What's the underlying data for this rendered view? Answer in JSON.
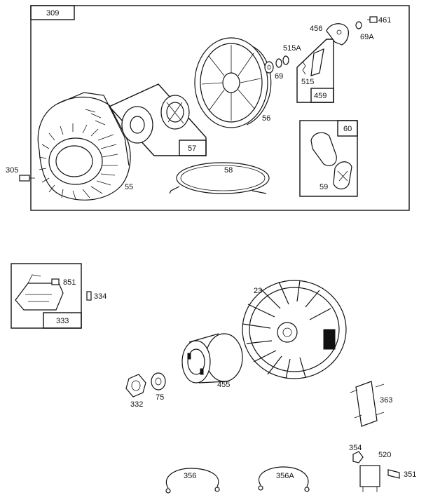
{
  "diagram": {
    "kit_labels": {
      "k309": "309",
      "k57": "57",
      "k459": "459",
      "k60": "60",
      "k333": "333"
    },
    "part_labels": {
      "p305": "305",
      "p55": "55",
      "p56": "56",
      "p58": "58",
      "p59": "59",
      "p69": "69",
      "p515A": "515A",
      "p515": "515",
      "p456": "456",
      "p461": "461",
      "p69A": "69A",
      "p851": "851",
      "p334": "334",
      "p23": "23",
      "p332": "332",
      "p75": "75",
      "p455": "455",
      "p363": "363",
      "p354": "354",
      "p520": "520",
      "p351": "351",
      "p356": "356",
      "p356A": "356A"
    }
  }
}
